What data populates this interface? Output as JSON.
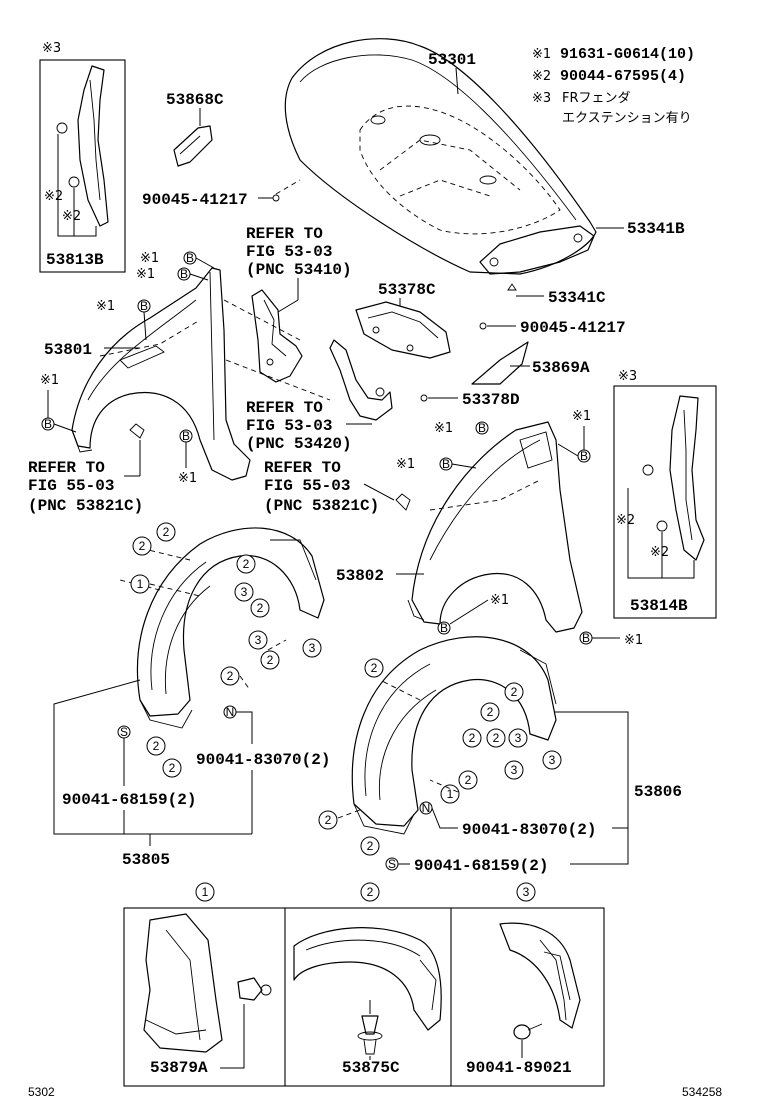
{
  "notes": [
    {
      "mark": "※1",
      "text": "91631-G0614(10)"
    },
    {
      "mark": "※2",
      "text": "90044-67595(4)"
    },
    {
      "mark": "※3",
      "text": "FRフェンダ"
    },
    {
      "mark": "",
      "text": "エクステンション有り"
    }
  ],
  "parts": {
    "hood": "53301",
    "hood_seal": "53341B",
    "hood_cushion": "53341C",
    "hood_bracket": "53378C",
    "hood_support": "53378D",
    "cowl_panel_l": "53868C",
    "cowl_panel_r": "53869A",
    "fender_l": "53801",
    "fender_r": "53802",
    "fender_ext_l": "53813B",
    "fender_ext_r": "53814B",
    "liner_l": "53805",
    "liner_r": "53806",
    "bolt_a": "90045-41217",
    "bolt_b": "90045-41217",
    "nut_l": "90041-83070(2)",
    "screw_l": "90041-68159(2)",
    "nut_r": "90041-83070(2)",
    "screw_r": "90041-68159(2)"
  },
  "refs": [
    {
      "line1": "REFER TO",
      "line2": "FIG 53-03",
      "line3": "(PNC 53410)"
    },
    {
      "line1": "REFER TO",
      "line2": "FIG 53-03",
      "line3": "(PNC 53420)"
    },
    {
      "line1": "REFER TO",
      "line2": "FIG 55-03",
      "line3": "(PNC 53821C)"
    },
    {
      "line1": "REFER TO",
      "line2": "FIG 55-03",
      "line3": "(PNC 53821C)"
    }
  ],
  "marks": {
    "x1": "※1",
    "x2": "※2",
    "x3": "※3",
    "b": "B",
    "n": "N",
    "s": "S",
    "c1": "1",
    "c2": "2",
    "c3": "3"
  },
  "detail_panels": [
    {
      "index": "1",
      "part": "53879A"
    },
    {
      "index": "2",
      "part": "53875C"
    },
    {
      "index": "3",
      "part": "90041-89021"
    }
  ],
  "footer": {
    "left": "5302",
    "right": "534258"
  }
}
